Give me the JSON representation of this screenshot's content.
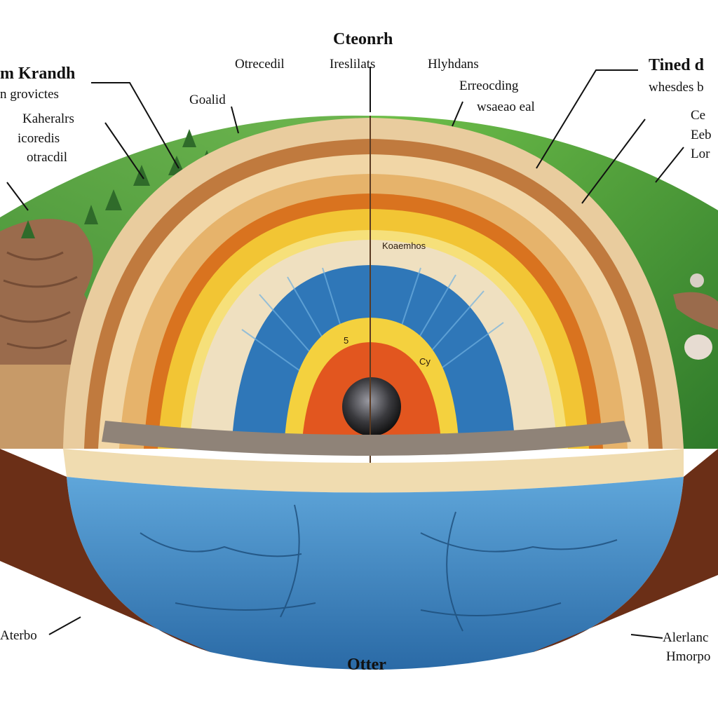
{
  "labels": {
    "top_title": "Cteonrh",
    "top_left": "Otrecedil",
    "top_mid": "Ireslilats",
    "top_right": "Hlyhdans",
    "upper_left_a": "m Krandh",
    "upper_left_b": "n grovictes",
    "left_a": "Kaheralrs",
    "left_b": "icoredis",
    "left_c": "otracdil",
    "left_top": "Goalid",
    "right_mid_a": "Erreocding",
    "right_mid_b": "wsaeao eal",
    "right_title": "Tined d",
    "right_sub": "whesdes b",
    "right_a": "Ce",
    "right_b": "Eeb",
    "right_c": "Lor",
    "bottom_left": "Aterbo",
    "bottom_center": "Otter",
    "bottom_right_a": "Alerlanc",
    "bottom_right_b": "Hmorpo",
    "inner_mantle": "Koaemhos",
    "inner_core_a": "Cy",
    "inner_core_b": "5"
  },
  "colors": {
    "grass": "#4f9a3a",
    "soil": "#8a5a3c",
    "crust": "#e9c89a",
    "mantle_orange": "#e8a12a",
    "mantle_yellow": "#f4d13e",
    "outer_core_blue": "#2f77b8",
    "inner_core_orange": "#e2561f",
    "center": "#3a3a3e",
    "ocean": "#3b86c3"
  }
}
